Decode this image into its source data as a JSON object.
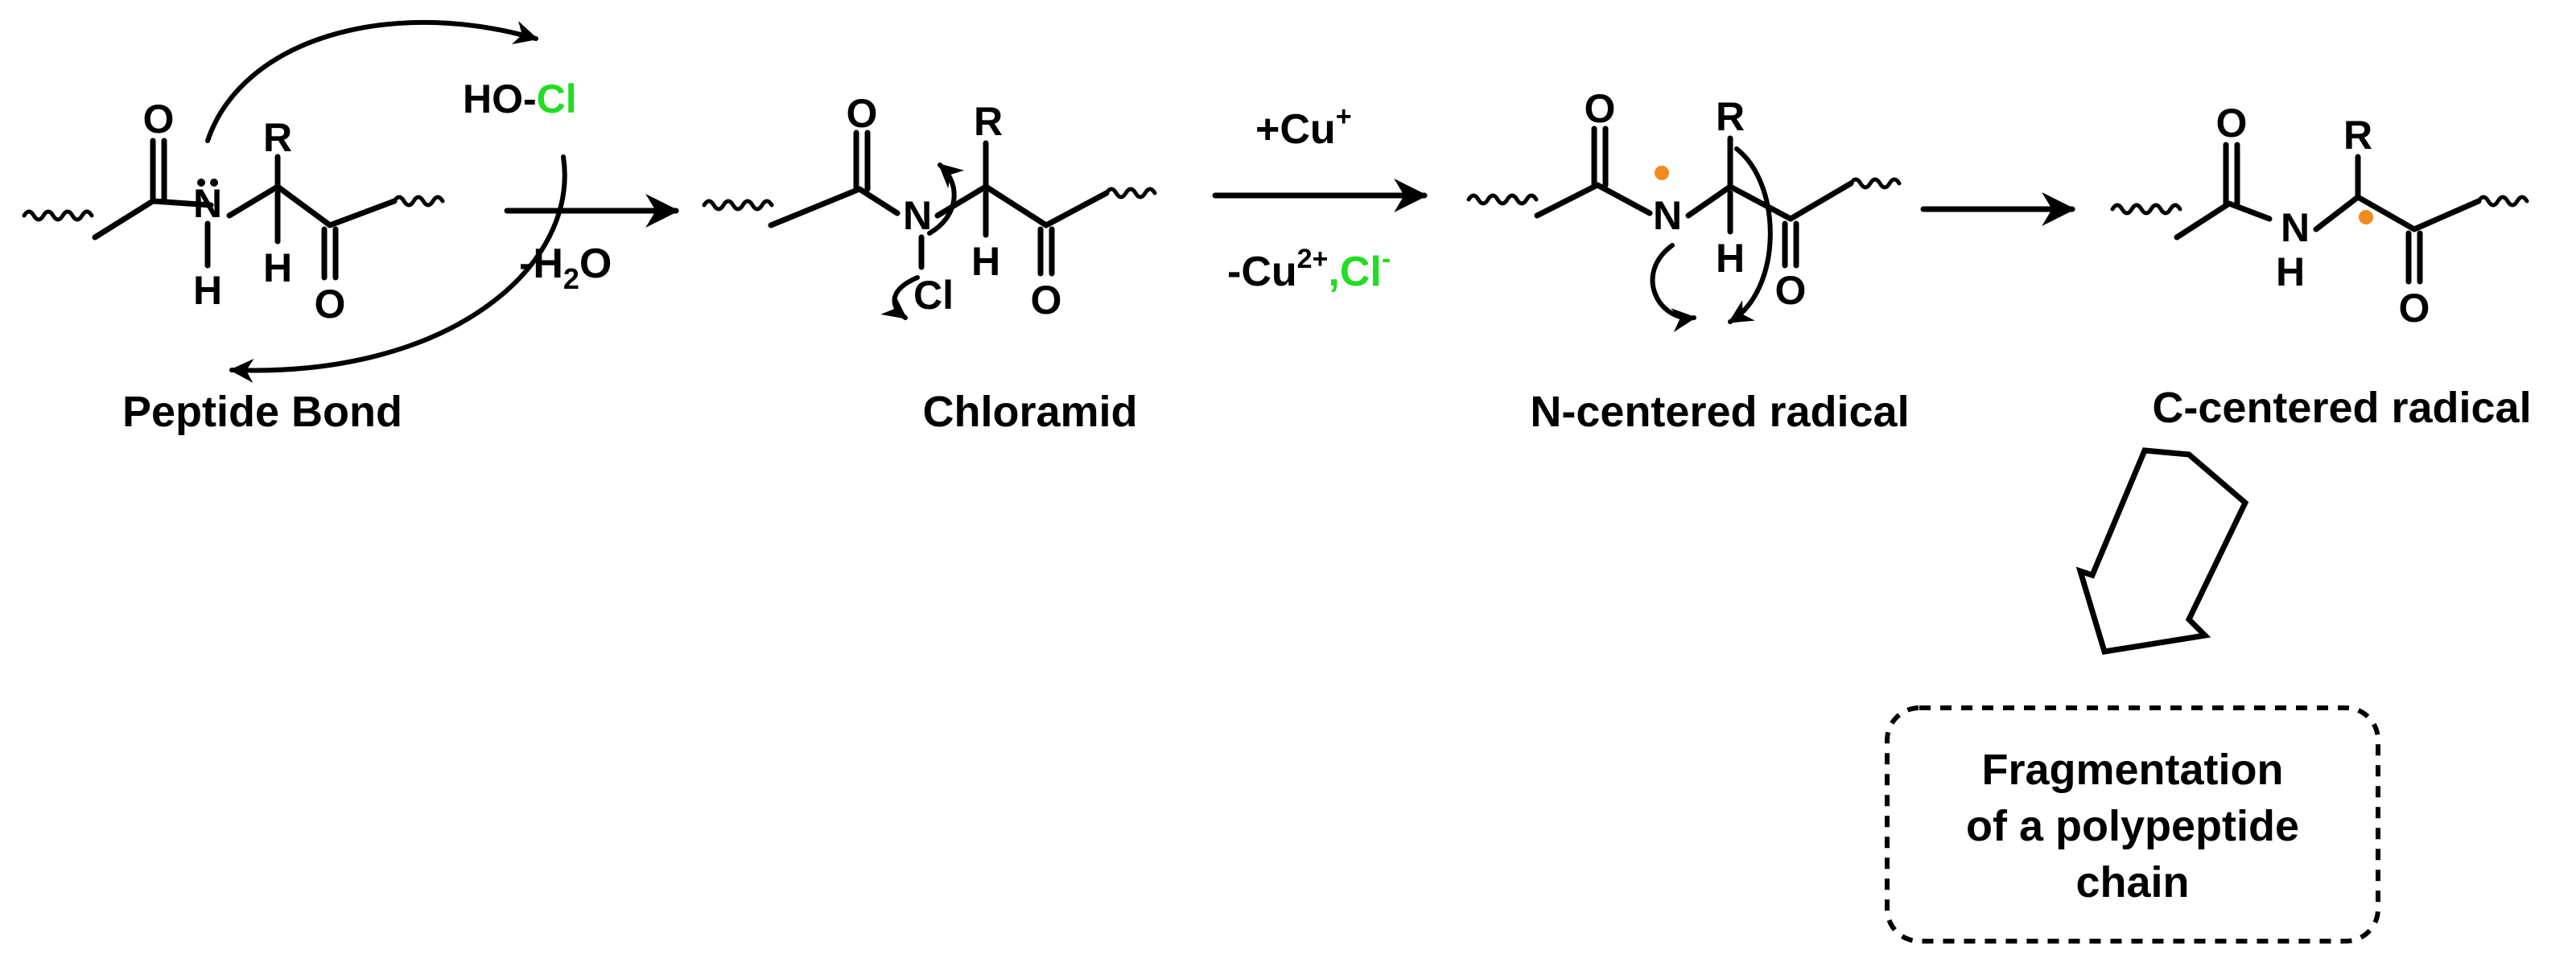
{
  "colors": {
    "ink": "#000000",
    "chlorine": "#22dd22",
    "radical_dot": "#f08c1e"
  },
  "atoms": {
    "oxygen": "O",
    "nitrogen": "N",
    "hydrogen": "H",
    "r_group": "R",
    "chlorine": "Cl"
  },
  "reagent": {
    "prefix": "HO-",
    "chlorine": "Cl"
  },
  "steps": [
    {
      "label": "Peptide Bond"
    },
    {
      "label": "Chloramid"
    },
    {
      "label": "N-centered radical"
    },
    {
      "label": "C-centered radical"
    }
  ],
  "arrows": {
    "step1_below": {
      "minus": "-H",
      "sub": "2",
      "rest": "O"
    },
    "step2_above": {
      "text": "+Cu",
      "sup": "+"
    },
    "step2_below": {
      "text": "-Cu",
      "sup": "2+",
      "comma": ",",
      "cl": "Cl",
      "cl_sup": "-"
    }
  },
  "outcome": {
    "lines": [
      "Fragmentation",
      "of a polypeptide",
      "chain"
    ]
  }
}
